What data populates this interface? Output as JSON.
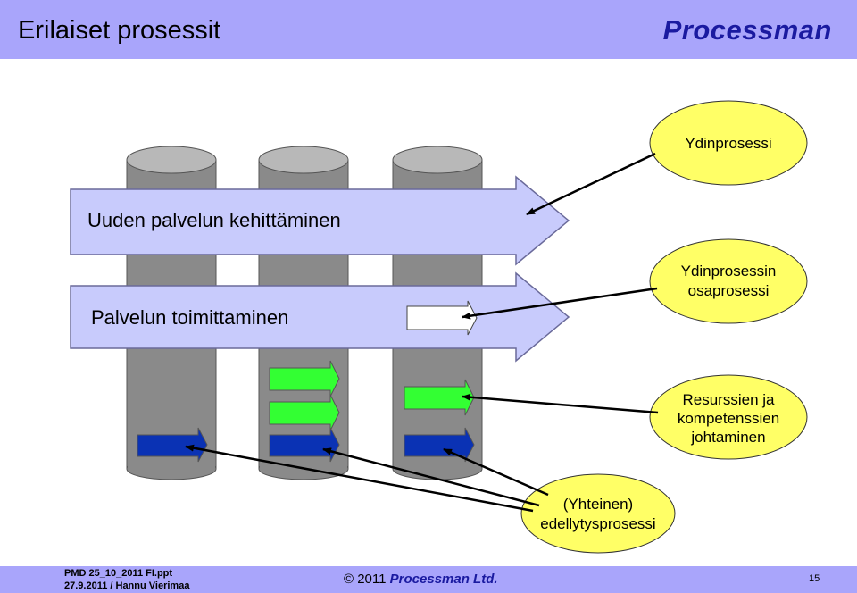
{
  "header": {
    "title": "Erilaiset prosessit",
    "brand": "Processman"
  },
  "diagram": {
    "arrows": {
      "top": "Uuden palvelun kehittäminen",
      "bottom": "Palvelun toimittaminen"
    },
    "callouts": {
      "core": "Ydinprosessi",
      "sub_line1": "Ydinprosessin",
      "sub_line2": "osaprosessi",
      "resources_line1": "Resurssien ja",
      "resources_line2": "kompetenssien",
      "resources_line3": "johtaminen",
      "common_line1": "(Yhteinen)",
      "common_line2": "edellytysprosessi"
    },
    "colors": {
      "cylinder_body": "#8a8a8a",
      "cylinder_top": "#b8b8b8",
      "arrow_fill": "#c8cbfc",
      "callout_fill": "#ffff66",
      "green_arrow": "#33ff33",
      "blue_arrow": "#0a32b4"
    }
  },
  "footer": {
    "file": "PMD 25_10_2011 FI.ppt",
    "date_author": "27.9.2011 / Hannu Vierimaa",
    "copyright_prefix": "© 2011",
    "copyright_brand": "Processman Ltd.",
    "page": "15"
  }
}
